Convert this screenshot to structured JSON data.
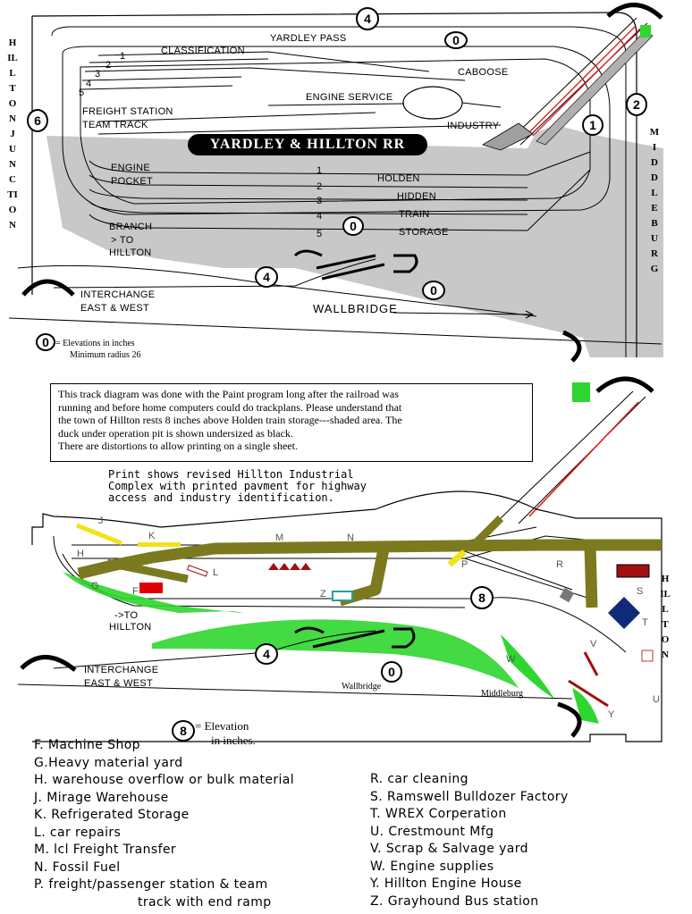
{
  "top_plan": {
    "title": "YARDLEY & HILLTON RR",
    "left_vertical": "HILLTON JUNCTION",
    "right_vertical": "MIDDLEBURG",
    "yardley_pass": "YARDLEY PASS",
    "classification": "CLASSIFICATION",
    "track_numbers_left": [
      "1",
      "2",
      "3",
      "4",
      "5"
    ],
    "caboose": "CABOOSE",
    "engine_service": "ENGINE SERVICE",
    "freight_station": "FREIGHT STATION",
    "team_track": "TEAM TRACK",
    "industry": "INDUSTRY",
    "engine_pocket": [
      "ENGINE",
      "POCKET"
    ],
    "storage_numbers": [
      "1",
      "2",
      "3",
      "4",
      "5"
    ],
    "storage_labels": [
      "HOLDEN",
      "HIDDEN",
      "TRAIN",
      "STORAGE"
    ],
    "branch": [
      "BRANCH",
      "> TO",
      "HILLTON"
    ],
    "interchange": [
      "INTERCHANGE",
      "EAST & WEST"
    ],
    "wallbridge": "WALLBRIDGE",
    "elevations": [
      "4",
      "0",
      "6",
      "1",
      "2",
      "0",
      "4",
      "0"
    ],
    "legend_symbol": "0",
    "legend_lines": [
      "= Elevations in inches",
      "Minimum radius 26"
    ]
  },
  "note": [
    "This track diagram was done with the Paint program long after the railroad was",
    "running and before home computers could do trackplans.  Please understand that",
    "the town of Hillton rests 8 inches above Holden train storage---shaded area. The",
    "duck under operation pit is shown undersized  as black.",
    "There are distortions to allow printing on a single sheet."
  ],
  "print_note": [
    "Print shows revised Hillton Industrial",
    "Complex with printed pavment for highway",
    "access and industry identification."
  ],
  "bottom_plan": {
    "industry_letters": [
      "J",
      "K",
      "M",
      "N",
      "H",
      "L",
      "G",
      "F",
      "Z",
      "P",
      "R",
      "S",
      "T",
      "V",
      "W",
      "U",
      "Y"
    ],
    "to_hillton": [
      "->TO",
      "HILLTON"
    ],
    "interchange": [
      "INTERCHANGE",
      "EAST & WEST"
    ],
    "wallbridge": "Wallbridge",
    "middleburg": "Middleburg",
    "hillton_vertical": "HILLTON",
    "elevations": [
      "8",
      "4",
      "0"
    ],
    "legend_symbol": "8",
    "legend_lines": [
      "= Elevation",
      "in inches."
    ]
  },
  "legend_left": [
    "F. Machine Shop",
    "G.Heavy material yard",
    "H. warehouse overflow or  bulk material",
    "J. Mirage Warehouse",
    "K. Refrigerated Storage",
    "L. car repairs",
    "M. lcl Freight Transfer",
    "N. Fossil Fuel",
    "P. freight/passenger station & team",
    "track with end ramp"
  ],
  "legend_right": [
    "R. car cleaning",
    "S. Ramswell Bulldozer Factory",
    "T. WREX Corperation",
    "U.  Crestmount  Mfg",
    "V.  Scrap & Salvage yard",
    "W.  Engine supplies",
    "Y.  Hillton Engine House",
    "Z.  Grayhound Bus station"
  ],
  "colors": {
    "shade": "#c8c8c8",
    "pavement": "#7b7a1f",
    "foliage": "#2fd62f",
    "ramp_red": "#e02020",
    "shop_red": "#e00000",
    "yellow": "#f2e21a",
    "navy": "#102a7a"
  }
}
